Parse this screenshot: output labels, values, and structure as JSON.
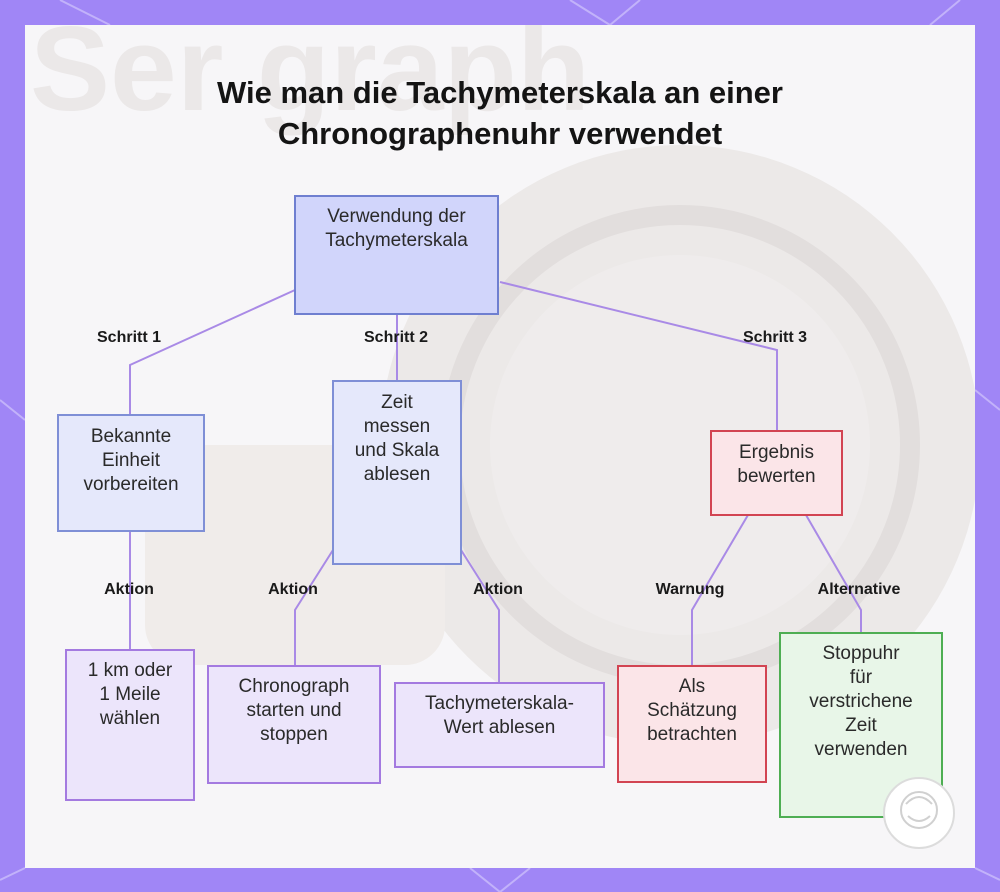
{
  "title": {
    "line1": "Wie man die Tachymeterskala an einer",
    "line2": "Chronographenuhr verwendet"
  },
  "background": {
    "watermark_text": "Ser graph"
  },
  "nodes": {
    "root": {
      "lines": [
        "Verwendung der",
        "Tachymeterskala"
      ]
    },
    "step1": {
      "lines": [
        "Bekannte",
        "Einheit",
        "vorbereiten"
      ]
    },
    "step2": {
      "lines": [
        "Zeit",
        "messen",
        "und Skala",
        "ablesen"
      ]
    },
    "step3": {
      "lines": [
        "Ergebnis",
        "bewerten"
      ]
    },
    "action1": {
      "lines": [
        "1 km oder",
        "1 Meile",
        "wählen"
      ]
    },
    "action2a": {
      "lines": [
        "Chronograph",
        "starten und",
        "stoppen"
      ]
    },
    "action2b": {
      "lines": [
        "Tachymeterskala-",
        "Wert ablesen"
      ]
    },
    "warning": {
      "lines": [
        "Als",
        "Schätzung",
        "betrachten"
      ]
    },
    "alternative": {
      "lines": [
        "Stoppuhr",
        "für",
        "verstrichene",
        "Zeit",
        "verwenden"
      ]
    }
  },
  "edges": {
    "step1": "Schritt 1",
    "step2": "Schritt 2",
    "step3": "Schritt 3",
    "action1": "Aktion",
    "action2a": "Aktion",
    "action2b": "Aktion",
    "warning": "Warnung",
    "alternative": "Alternative"
  },
  "colors": {
    "frame": "#a086f6",
    "edge": "#a98ae6",
    "root_fill": "#d1d5fb",
    "step_fill": "#e5e8fb",
    "action_fill": "#ece5fb",
    "warning_fill": "#fbe5e8",
    "alternative_fill": "#e8f6e8"
  }
}
